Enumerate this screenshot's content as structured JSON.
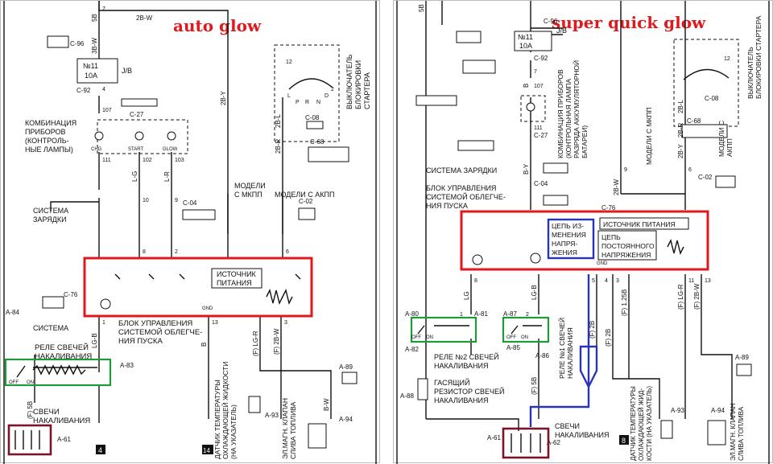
{
  "left": {
    "title": "auto glow",
    "wire_labels": {
      "w_5b": "5B",
      "w_2bw": "2B-W",
      "w_3bw": "3B-W",
      "w_2by": "2B-Y",
      "w_lg": "L-G",
      "w_lr": "L-R",
      "w_2bl": "2B-L",
      "w_2br": "2B-R",
      "w_lgb": "LG-B",
      "w_flgr": "(F) LG-R",
      "w_f2bw": "(F) 2B-W",
      "w_bw": "B-W",
      "w_f5b": "(F) 5B",
      "w_b": "B"
    },
    "connectors": {
      "c96": "C-96",
      "c92": "C-92",
      "c27": "C-27",
      "c04": "C-04",
      "c02": "C-02",
      "c76": "C-76",
      "c08": "C-08",
      "c68": "C-68",
      "a84": "A-84",
      "a83": "A-83",
      "a89": "A-89",
      "a93": "A-93",
      "a94": "A-94",
      "a61": "A-61"
    },
    "pin_numbers": {
      "p7": "7",
      "p4": "4",
      "p9": "9",
      "p10": "10",
      "p107": "107",
      "p111": "111",
      "p102": "102",
      "p103": "103",
      "p8": "8",
      "p2": "2",
      "p6": "6",
      "p12": "12",
      "p13": "13",
      "p1": "1",
      "p3": "3"
    },
    "fuse": {
      "num": "№11",
      "amp": "10A",
      "jb": "J/B"
    },
    "cluster": "КОМБИНАЦИЯ ПРИБОРОВ (КОНТРОЛЬ-НЫЕ ЛАМПЫ)",
    "cluster_lines": [
      "КОМБИНАЦИЯ",
      "ПРИБОРОВ",
      "(КОНТРОЛЬ-",
      "НЫЕ ЛАМПЫ)"
    ],
    "lamp_labels": [
      "CHG",
      "START",
      "GLOW"
    ],
    "charging_lines": [
      "СИСТЕМА",
      "ЗАРЯДКИ"
    ],
    "mt_lines": [
      "МОДЕЛИ",
      "С МКПП"
    ],
    "at_lines": [
      "МОДЕЛИ С АКПП"
    ],
    "starter_switch_lines": [
      "ВЫКЛЮЧАТЕЛЬ",
      "БЛОКИРОВКИ",
      "СТАРТЕРА"
    ],
    "power_source_lines": [
      "ИСТОЧНИК",
      "ПИТАНИЯ"
    ],
    "ecu_lines": [
      "БЛОК УПРАВЛЕНИЯ",
      "СИСТЕМОЙ ОБЛЕГЧЕ-",
      "НИЯ ПУСКА"
    ],
    "relay_lines": [
      "РЕЛЕ СВЕЧЕЙ",
      "НАКАЛИВАНИЯ"
    ],
    "plug_lines": [
      "СВЕЧИ",
      "НАКАЛИВАНИЯ"
    ],
    "coolant_lines": [
      "ДАТЧИК ТЕМПЕРАТУРЫ",
      "ОХЛАЖДАЮЩЕЙ ЖИДКОСТИ",
      "(НА УКАЗАТЕЛЬ)"
    ],
    "valve_lines": [
      "ЭЛ.МАГН. КЛАПАН",
      "СЛИВА ТОПЛИВА"
    ],
    "gnd": "GND",
    "off": "OFF",
    "on": "ON",
    "page_num": "4",
    "page_num2": "14",
    "switch_letters": [
      "L",
      "P",
      "R",
      "N",
      "D",
      "2"
    ]
  },
  "right": {
    "title": "super quick glow",
    "charging_lines": [
      "СИСТЕМА ЗАРЯДКИ"
    ],
    "cluster_lines": [
      "КОМБИНАЦИЯ ПРИБОРОВ",
      "(КОНТРОЛЬНАЯ ЛАМПА",
      "РАЗРЯДА АККУМУЛЯТОРНОЙ",
      "БАТАРЕИ)"
    ],
    "ecu_lines": [
      "БЛОК УПРАВЛЕНИЯ",
      "СИСТЕМОЙ ОБЛЕГЧЕ-",
      "НИЯ ПУСКА"
    ],
    "voltage_change_lines": [
      "ЦЕПЬ ИЗ-",
      "МЕНЕНИЯ",
      "НАПРЯ-",
      "ЖЕНИЯ"
    ],
    "power_source": "ИСТОЧНИК ПИТАНИЯ",
    "constant_voltage_lines": [
      "ЦЕПЬ",
      "ПОСТОЯННОГО",
      "НАПРЯЖЕНИЯ"
    ],
    "relay2_lines": [
      "РЕЛЕ №2 СВЕЧЕЙ",
      "НАКАЛИВАНИЯ"
    ],
    "relay1_lines": [
      "РЕЛЕ №1 СВЕЧЕЙ",
      "НАКАЛИВАНИЯ"
    ],
    "resistor_lines": [
      "ГАСЯЩИЙ",
      "РЕЗИСТОР СВЕЧЕЙ",
      "НАКАЛИВАНИЯ"
    ],
    "plug_lines": [
      "СВЕЧИ",
      "НАКАЛИВАНИЯ"
    ],
    "coolant_lines": [
      "ДАТЧИК ТЕМПЕРАТУРЫ",
      "ОХЛАЖДАЮЩЕЙ ЖИД-",
      "КОСТИ (НА УКАЗАТЕЛЬ)"
    ],
    "valve_lines": [
      "ЭЛ.МАГН. КЛАПАН",
      "СЛИВА ТОПЛИВА"
    ],
    "mt_lines": [
      "МОДЕЛИ С МКПП"
    ],
    "at_lines": [
      "МОДЕЛИ С",
      "АКПП"
    ],
    "starter_switch_lines": [
      "ВЫКЛЮЧАТЕЛЬ",
      "БЛОКИРОВКИ СТАРТЕРА"
    ],
    "fuse": {
      "num": "№11",
      "amp": "10A",
      "jb": "J/B"
    },
    "connectors": {
      "c96": "C-96",
      "c92": "C-92",
      "c27": "C-27",
      "c04": "C-04",
      "c76": "C-76",
      "c02": "C-02",
      "c08": "C-08",
      "c68": "C-68",
      "a80": "A-80",
      "a81": "A-81",
      "a87": "A-87",
      "a82": "A-82",
      "a85": "A-85",
      "a86": "A-86",
      "a88": "A-88",
      "a89": "A-89",
      "a93": "A-93",
      "a94": "A-94",
      "a61": "A-61",
      "a62": "A-62"
    },
    "wire_labels": {
      "w_5b": "5B",
      "w_2bw": "2B-W",
      "w_b": "B",
      "w_by": "B-Y",
      "w_2by": "2B-Y",
      "w_2bl": "2B-L",
      "w_2br": "2B-R",
      "w_lg": "LG",
      "w_lgb": "LG-B",
      "w_f2b": "(F) 2B",
      "w_f5b": "(F) 5B",
      "w_f125b": "(F) 1.25B",
      "w_flgr": "(F) LG-R",
      "w_f2bw": "(F) 2B-W",
      "w_f2b9": "(F) 2B"
    },
    "pin_numbers": {
      "p7": "7",
      "p107": "107",
      "p111": "111",
      "p9": "9",
      "p6": "6",
      "p8": "8",
      "p5": "5",
      "p4": "4",
      "p3": "3",
      "p11": "11",
      "p13": "13",
      "p1": "1",
      "p2": "2",
      "p12": "12"
    },
    "gnd": "GND",
    "off": "OFF",
    "on": "ON",
    "page_num": "8"
  },
  "colors": {
    "title": "#e0191e",
    "highlight_ecu": "#e0191e",
    "highlight_relay": "#1f9a3a",
    "highlight_plugs": "#7a1428",
    "highlight_path": "#2b35b4"
  }
}
